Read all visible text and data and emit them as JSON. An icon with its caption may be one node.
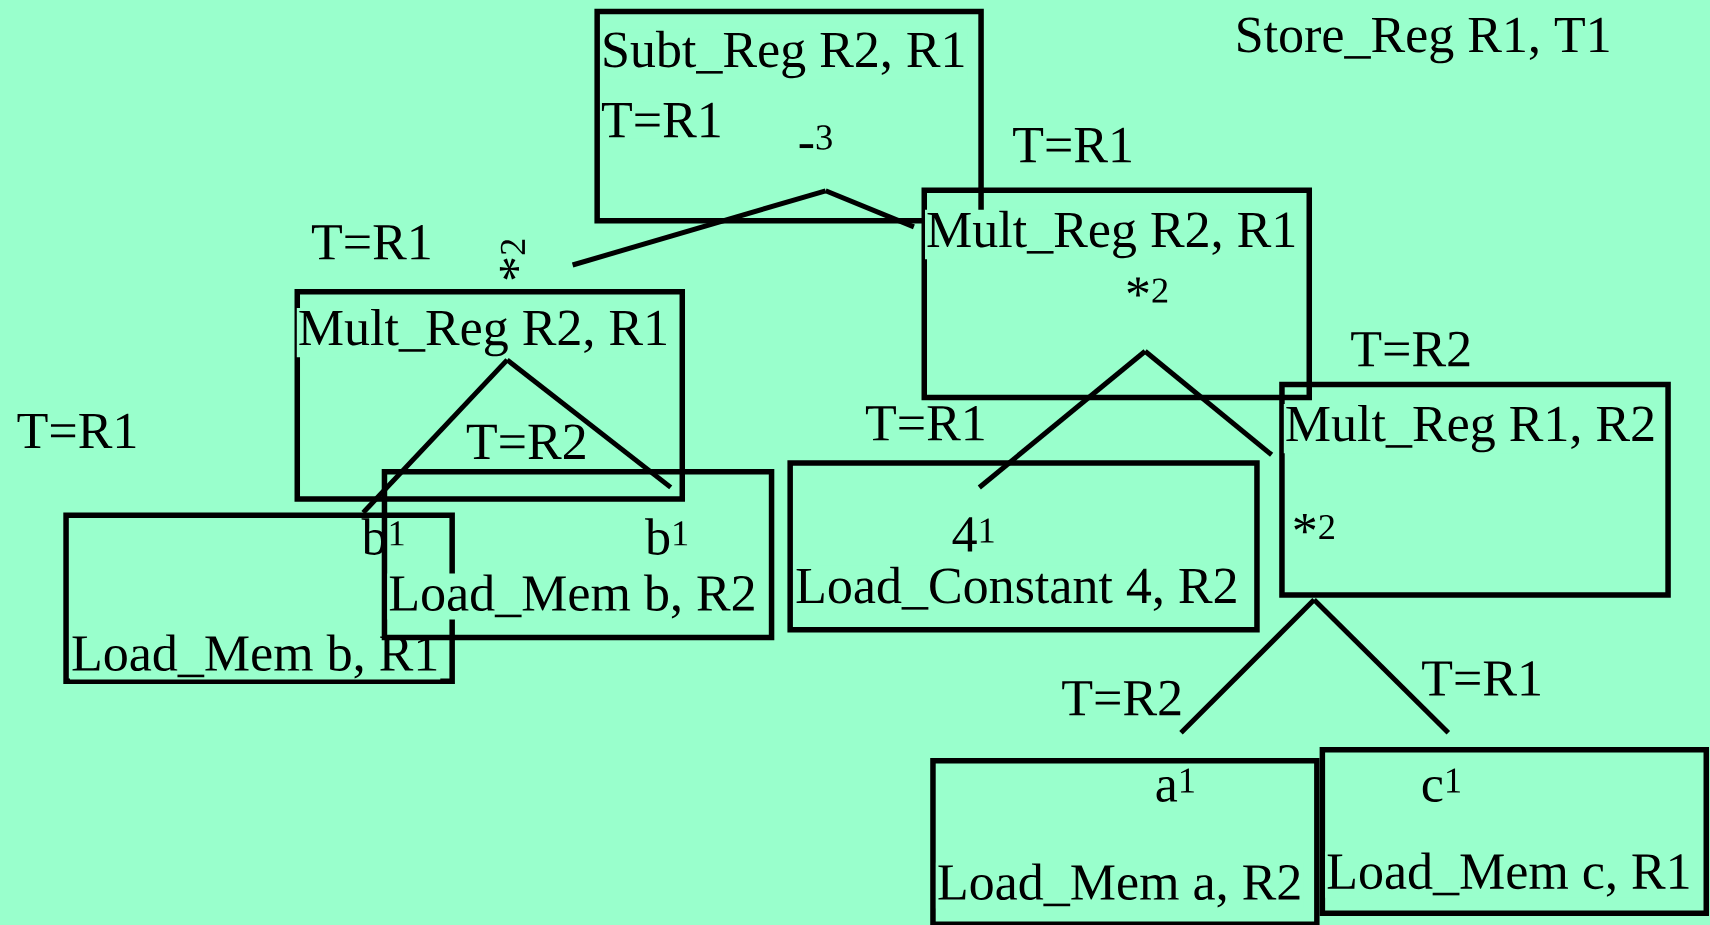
{
  "diagram": {
    "nodes": [
      {
        "text": [
          "Subt_Reg R2, R1",
          "T=R1",
          "-$^{3}$"
        ]
      },
      {
        "text": [
          "Mult_Reg R2, R1",
          "*$^{2}$"
        ],
        "beside": [
          "T=R1"
        ]
      },
      {
        "text": [
          "Mult_Reg R2, R1",
          "*$^{2}$"
        ],
        "beside": [
          "T=R1"
        ]
      },
      {
        "text": [
          "b$^{1}$",
          "Load_Mem b, R1"
        ],
        "beside": [
          "T=R1"
        ]
      },
      {
        "text": [
          "b$^{1}$",
          "Load_Mem b, R2"
        ]
      },
      {
        "text": [
          "4$^{1}$",
          "Load_Constant 4, R2"
        ],
        "beside": [
          "T=R1"
        ]
      },
      {
        "text": [
          "Mult_Reg R1, R2",
          "*$^{2}$"
        ],
        "beside": [
          "T=R2"
        ]
      },
      {
        "text": [
          "a$^{1}$",
          "Load_Mem a, R2"
        ],
        "beside": [
          "T=R2"
        ]
      },
      {
        "text": [
          "c$^{1}$",
          "Load_Mem c, R1"
        ],
        "beside": [
          "T=R1"
        ]
      }
    ],
    "edges": [
      {
        "from": 0,
        "to": 1,
        "arrow": "none"
      },
      {
        "from": 0,
        "to": 2,
        "arrow": "none"
      },
      {
        "from": 1,
        "to": 3,
        "arrow": "none"
      },
      {
        "from": 1,
        "to": 4,
        "arrow": "none"
      },
      {
        "from": 2,
        "to": 5,
        "arrow": "none"
      },
      {
        "from": 2,
        "to": 6,
        "arrow": "none"
      },
      {
        "from": 6,
        "to": 7,
        "arrow": "none"
      },
      {
        "from": 6,
        "to": 8,
        "arrow": "none"
      }
    ],
    "labels": [
      "Store_Reg R1, T1",
      "T=R2"
    ]
  }
}
